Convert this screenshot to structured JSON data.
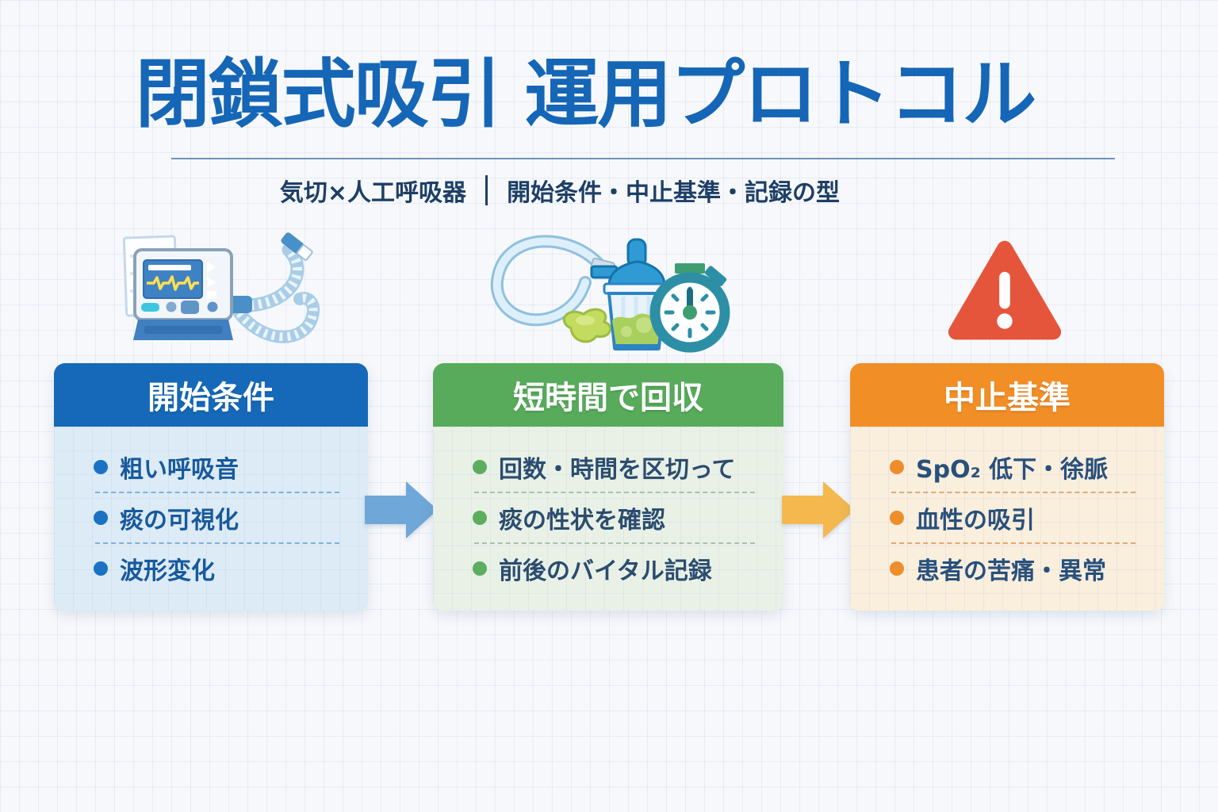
{
  "page": {
    "title": "閉鎖式吸引 運用プロトコル",
    "subtitle_left": "気切×人工呼吸器",
    "subtitle_right": "開始条件・中止基準・記録の型"
  },
  "palette": {
    "title_blue": "#1566b6",
    "subtitle_navy": "#1d3f66",
    "col1_accent": "#1569b8",
    "col1_body_bg": "#dcebf6",
    "col2_accent": "#57ab5b",
    "col2_body_bg": "#e9f1e7",
    "col3_accent": "#f28e26",
    "col3_body_bg": "#faeedd",
    "arrow_blue": "#6fa8d8",
    "arrow_orange": "#f5b84f",
    "warning_red": "#e5553b",
    "background": "#f7f8fb"
  },
  "icons": {
    "left": "ventilator-with-breathing-circuit-icon",
    "middle": "suction-canister-tube-stopwatch-icon",
    "right": "warning-triangle-icon",
    "between_1": "arrow-right-icon",
    "between_2": "arrow-right-icon"
  },
  "columns": [
    {
      "title": "開始条件",
      "items": [
        "粗い呼吸音",
        "痰の可視化",
        "波形変化"
      ]
    },
    {
      "title": "短時間で回収",
      "items": [
        "回数・時間を区切って",
        "痰の性状を確認",
        "前後のバイタル記録"
      ]
    },
    {
      "title": "中止基準",
      "items": [
        "SpO₂ 低下・徐脈",
        "血性の吸引",
        "患者の苦痛・異常"
      ]
    }
  ]
}
